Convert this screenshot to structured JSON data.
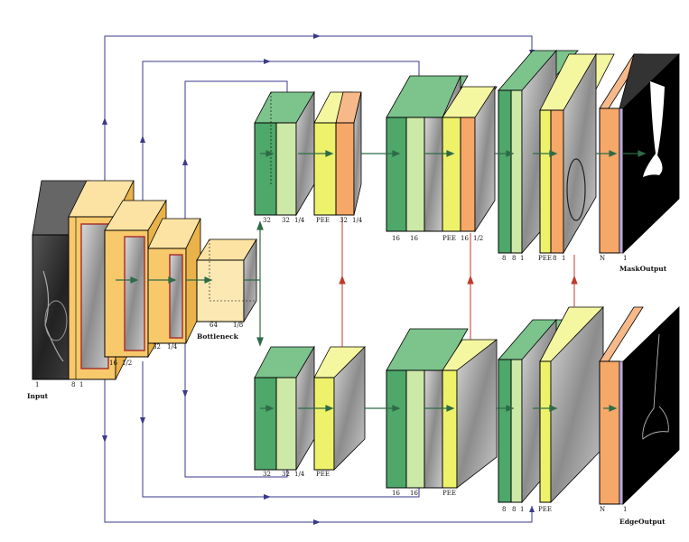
{
  "labels": {
    "input": "Input",
    "bottleneck": "Bottleneck",
    "mask_output": "MaskOutput",
    "edge_output": "EdgeOutput"
  },
  "encoder": {
    "input_channels": "1",
    "stage1": {
      "channels": "8",
      "channels_b": "1"
    },
    "stage2": {
      "channels": "16",
      "scale": "1/2"
    },
    "stage3": {
      "channels": "32",
      "scale": "1/4"
    },
    "bottleneck": {
      "channels": "64",
      "scale": "1/8"
    }
  },
  "mask_decoder": {
    "block1": {
      "a": "32",
      "b": "32",
      "scale": "1/4",
      "pee": "PEE",
      "c": "32",
      "scale2": "1/4"
    },
    "block2": {
      "a": "16",
      "b": "16",
      "pee": "PEE",
      "c": "16",
      "scale": "1/2"
    },
    "block3": {
      "a": "8",
      "b": "8",
      "c": "1",
      "pee": "PEE",
      "d": "8",
      "e": "1"
    },
    "output": {
      "n": "N",
      "one": "1"
    }
  },
  "edge_decoder": {
    "block1": {
      "a": "32",
      "b": "32",
      "scale": "1/4",
      "pee": "PEE"
    },
    "block2": {
      "a": "16",
      "b": "16",
      "pee": "PEE"
    },
    "block3": {
      "a": "8",
      "b": "8",
      "c": "1",
      "pee": "PEE"
    },
    "output": {
      "n": "N",
      "one": "1"
    }
  },
  "colors": {
    "skip_connection": "#3a3a8c",
    "cross_connection": "#c0392b",
    "flow_arrow": "#2e6b46",
    "encoder_block": "#f7c96b",
    "conv_block": "#4ea86a",
    "pee_block": "#eef26a",
    "output_block": "#f6a869"
  }
}
